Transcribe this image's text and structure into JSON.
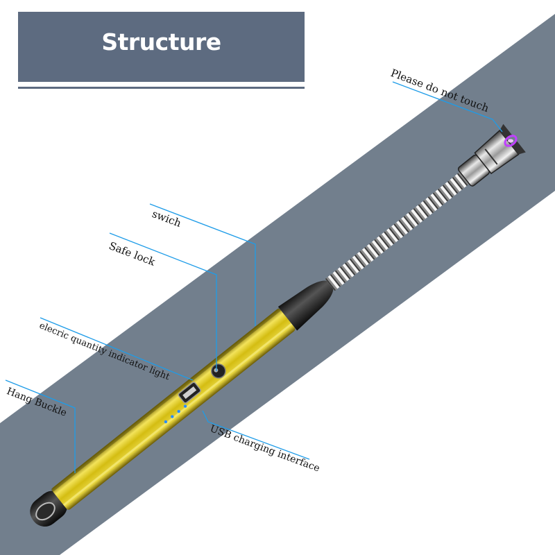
{
  "title": "Structure interpretation",
  "labels": {
    "tip": "Please do not touch",
    "switch": "swich",
    "safe_lock": "Safe lock",
    "indicator": "elecric quantity indicator light",
    "hang_buckle": "Hang Buckle",
    "usb": "USB charging interface"
  },
  "colors": {
    "title_bg": "#5d6b80",
    "band": "#727f8d",
    "callout_line": "#1e9ce8",
    "body_gold": "#d8c314",
    "indicator_leds": "#2a8cff",
    "arc_glow": "#c040ff"
  },
  "icons": [
    "electric-arc-icon"
  ]
}
